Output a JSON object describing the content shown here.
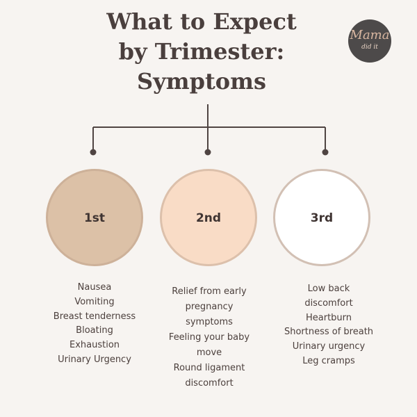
{
  "title": {
    "line1": "What to Expect",
    "line2": "by Trimester:",
    "line3": "Symptoms"
  },
  "logo": {
    "line1": "Mama",
    "line2": "did it"
  },
  "colors": {
    "background": "#f7f4f1",
    "first": "#dcc1a7",
    "second": "#f9dcc6",
    "third": "#ffffff",
    "connector": "#4f4442"
  },
  "trimesters": [
    {
      "label": "1st",
      "symptoms": [
        "Nausea",
        "Vomiting",
        "Breast tenderness",
        "Bloating",
        "Exhaustion",
        "Urinary Urgency"
      ]
    },
    {
      "label": "2nd",
      "symptoms": [
        "Relief from early",
        "pregnancy",
        "symptoms",
        "Feeling your baby",
        "move",
        "Round ligament",
        "discomfort"
      ]
    },
    {
      "label": "3rd",
      "symptoms": [
        "Low back",
        "discomfort",
        "Heartburn",
        "Shortness of breath",
        "Urinary urgency",
        "Leg cramps"
      ]
    }
  ]
}
